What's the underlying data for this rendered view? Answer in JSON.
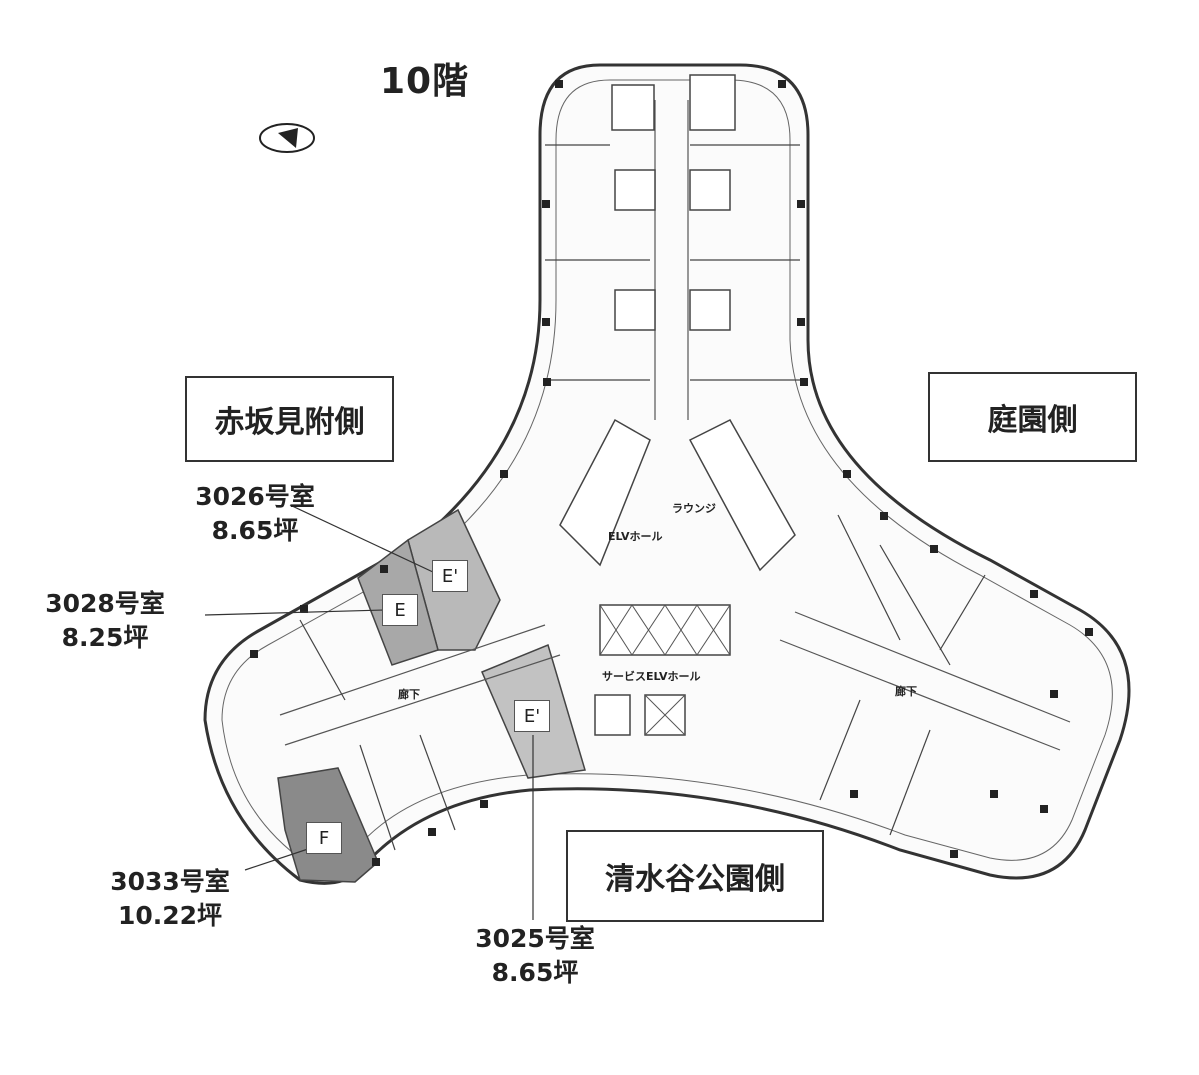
{
  "floor_title": "10階",
  "sides": {
    "akasaka": "赤坂見附側",
    "garden": "庭園側",
    "shimizudani": "清水谷公園側"
  },
  "rooms": [
    {
      "number": "3026号室",
      "area": "8.65坪",
      "tag": "E'",
      "color": "#b9b9b9"
    },
    {
      "number": "3028号室",
      "area": "8.25坪",
      "tag": "E",
      "color": "#a8a8a8"
    },
    {
      "number": "3033号室",
      "area": "10.22坪",
      "tag": "F",
      "color": "#8a8a8a"
    },
    {
      "number": "3025号室",
      "area": "8.65坪",
      "tag": "E'",
      "color": "#c2c2c2"
    }
  ],
  "core_labels": {
    "elv_hall": "ELVホール",
    "service_elv_hall": "サービスELVホール",
    "lounge": "ラウンジ",
    "corridor": "廊下"
  }
}
